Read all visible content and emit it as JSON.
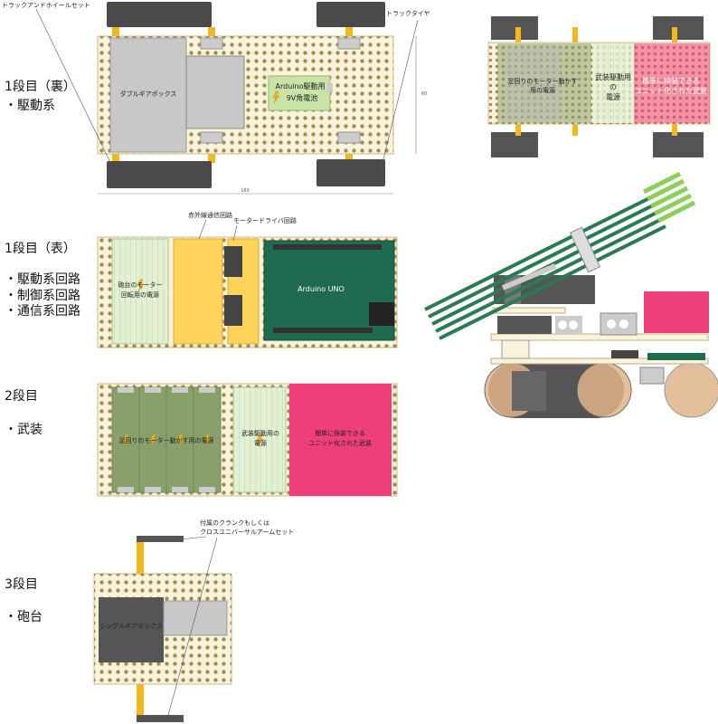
{
  "section1_back": {
    "heading": "1段目（裏）",
    "sub": "・駆動系",
    "label_track_wheel": "トラックアンドホイールセット",
    "label_track_tire": "トラックタイヤ",
    "gearbox": "ダブルギアボックス",
    "battery_line1": "Arduino駆動用",
    "battery_line2": "9V角電池",
    "dim_width": "160",
    "dim_height": "60"
  },
  "section1_front": {
    "heading": "1段目（表）",
    "sub1": "・駆動系回路",
    "sub2": "・制御系回路",
    "sub3": "・通信系回路",
    "label_ir": "赤外線通信回路",
    "label_driver": "モータードライバ回路",
    "turret_power_line1": "砲台のモーター",
    "turret_power_line2": "回転用の電源",
    "arduino": "Arduino UNO"
  },
  "section2": {
    "heading": "2段目",
    "sub": "・武装",
    "foot_power": "足回りのモーター動かす用の電源",
    "weapon_power_line1": "武装駆動用の",
    "weapon_power_line2": "電源",
    "weapon_line1": "簡単に換装できる",
    "weapon_line2": "ユニット化された武装"
  },
  "section3": {
    "heading": "3段目",
    "sub": "・砲台",
    "label_crank_line1": "付属のクランクもしくは",
    "label_crank_line2": "クロスユニバーサルアームセット",
    "gearbox": "シングルギアボックス"
  },
  "overlay": {
    "foot_power_line1": "足回りのモーター動かす",
    "foot_power_line2": "用の電源",
    "weapon_power_line1": "武装駆動用",
    "weapon_power_line2": "の",
    "weapon_power_line3": "電源",
    "weapon_line1": "簡単に換装できる",
    "weapon_line2": "ユニット化された武装"
  },
  "colors": {
    "board": "#faf3dc",
    "tire": "#4a4a4a",
    "axle": "#f2b81c",
    "gear": "#c8c8c8",
    "battery_green": "#c9e3a8",
    "ir_yellow": "#ffd35c",
    "arduino": "#1f6b4f",
    "weapon": "#ee3f7c",
    "cell": "#8aa06b"
  }
}
